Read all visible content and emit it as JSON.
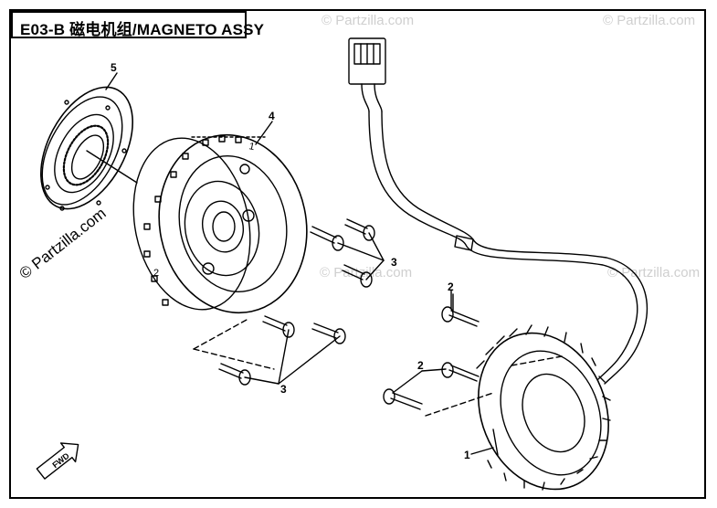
{
  "title": "E03-B 磁电机组/MAGNETO ASSY",
  "watermark": "© Partzilla.com",
  "watermark_small": "© Partzilla.com",
  "callouts": [
    "1",
    "2",
    "2",
    "3",
    "3",
    "4",
    "5"
  ],
  "fwd_label": "FWD",
  "flywheel_marks": [
    "1",
    "2"
  ],
  "colors": {
    "line": "#000000",
    "watermark": "#cfcfcf",
    "background": "#ffffff"
  }
}
